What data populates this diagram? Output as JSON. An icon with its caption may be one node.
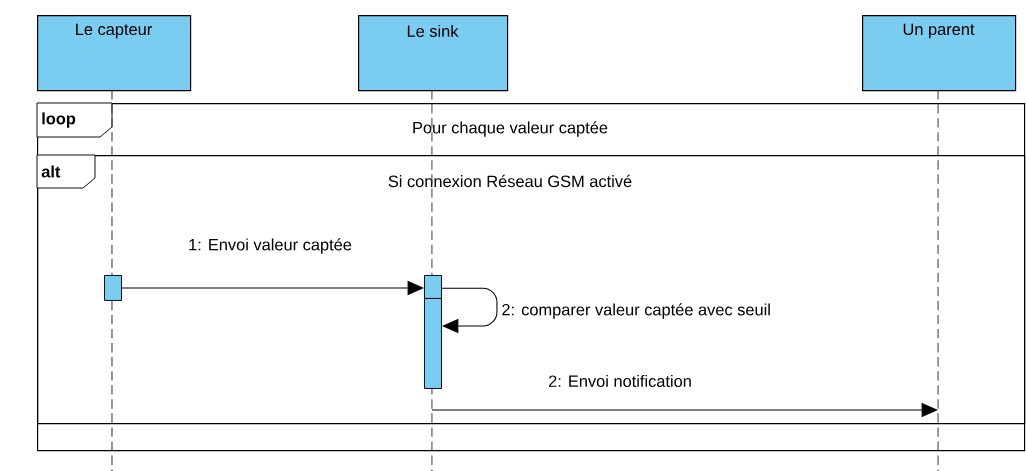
{
  "diagram": {
    "nodes": [
      {
        "text": [
          "Le capteur"
        ]
      },
      {
        "text": [
          "Le sink"
        ]
      },
      {
        "text": [
          "Un parent"
        ]
      },
      {
        "text": [],
        "shape": "line"
      },
      {
        "text": [],
        "shape": "line"
      },
      {
        "text": [],
        "shape": "line"
      },
      {
        "text": [
          "loop",
          "Pour chaque  valeur captée"
        ]
      },
      {
        "text": [
          "alt",
          "Si connexion Réseau GSM activé"
        ],
        "in": 6
      },
      {
        "text": [],
        "shape": "bar",
        "in": 7
      },
      {
        "text": [],
        "shape": "bar",
        "in": 7
      },
      {
        "text": [],
        "shape": "bar",
        "in": 7
      }
    ],
    "edges": [
      {
        "from": 8,
        "to": 9,
        "arrow": "to",
        "label": "1: Envoi valeur captée"
      },
      {
        "from": 9,
        "to": 10,
        "arrow": "to",
        "label": "2: comparer valeur captée avec seuil"
      },
      {
        "from": 4,
        "to": 5,
        "arrow": "to",
        "label": "2: Envoi notification"
      }
    ]
  }
}
